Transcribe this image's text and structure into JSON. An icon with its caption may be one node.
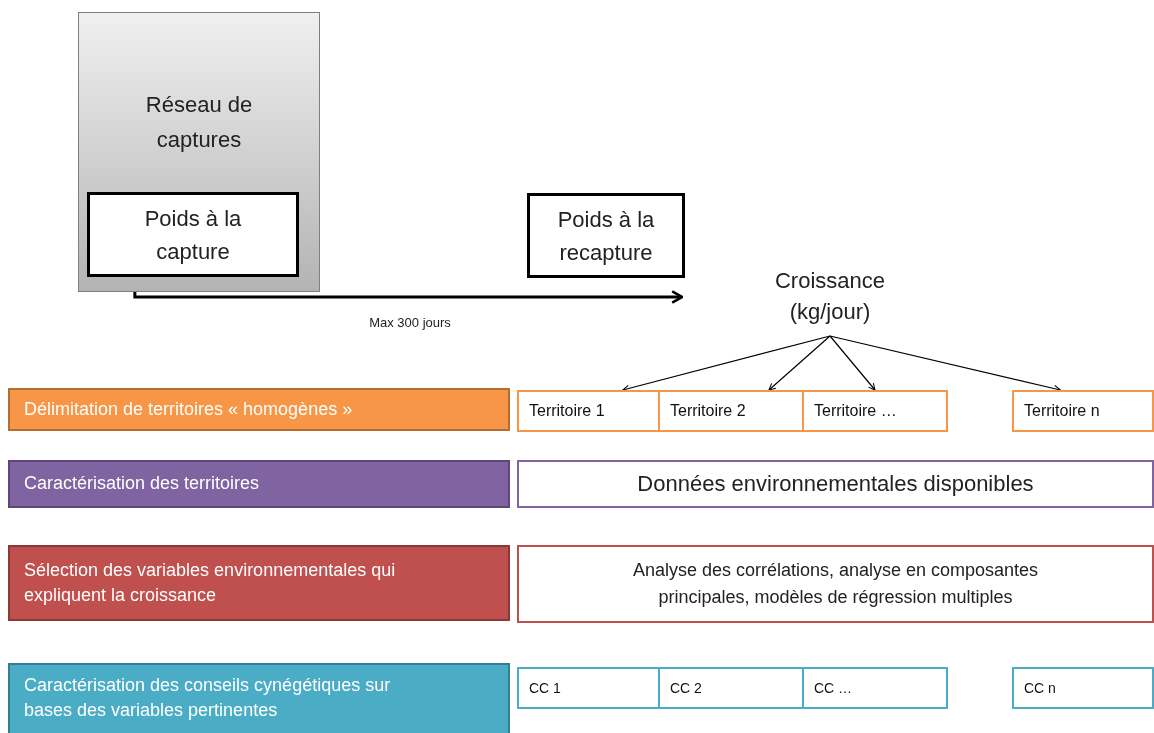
{
  "diagram": {
    "nodes": [
      {
        "text": [
          "Réseau de captures"
        ]
      },
      {
        "text": [
          "Poids à la capture"
        ],
        "in": 0
      },
      {
        "text": [
          "Poids à la recapture"
        ]
      },
      {
        "text": [
          "Croissance (kg/jour)"
        ]
      },
      {
        "text": [
          "Délimitation de territoires « homogènes »"
        ]
      },
      {
        "text": [
          "Territoire 1"
        ]
      },
      {
        "text": [
          "Territoire 2"
        ]
      },
      {
        "text": [
          "Territoire …"
        ]
      },
      {
        "text": [
          "Territoire n"
        ]
      },
      {
        "text": [
          "Caractérisation des territoires"
        ]
      },
      {
        "text": [
          "Données environnementales disponibles"
        ]
      },
      {
        "text": [
          "Sélection des variables environnementales qui expliquent la croissance"
        ]
      },
      {
        "text": [
          "Analyse des corrélations, analyse en composantes principales, modèles de régression multiples"
        ]
      },
      {
        "text": [
          "Caractérisation des conseils cynégétiques sur bases des variables pertinentes"
        ]
      },
      {
        "text": [
          "CC 1"
        ]
      },
      {
        "text": [
          "CC 2"
        ]
      },
      {
        "text": [
          "CC …"
        ]
      },
      {
        "text": [
          "CC n"
        ]
      }
    ],
    "edges": [
      {
        "from": 0,
        "to": 2,
        "arrow": "to",
        "label": "Max 300 jours",
        "style": "thick"
      },
      {
        "from": 3,
        "to": 5,
        "arrow": "to"
      },
      {
        "from": 3,
        "to": 6,
        "arrow": "to"
      },
      {
        "from": 3,
        "to": 7,
        "arrow": "to"
      },
      {
        "from": 3,
        "to": 8,
        "arrow": "to"
      }
    ]
  }
}
